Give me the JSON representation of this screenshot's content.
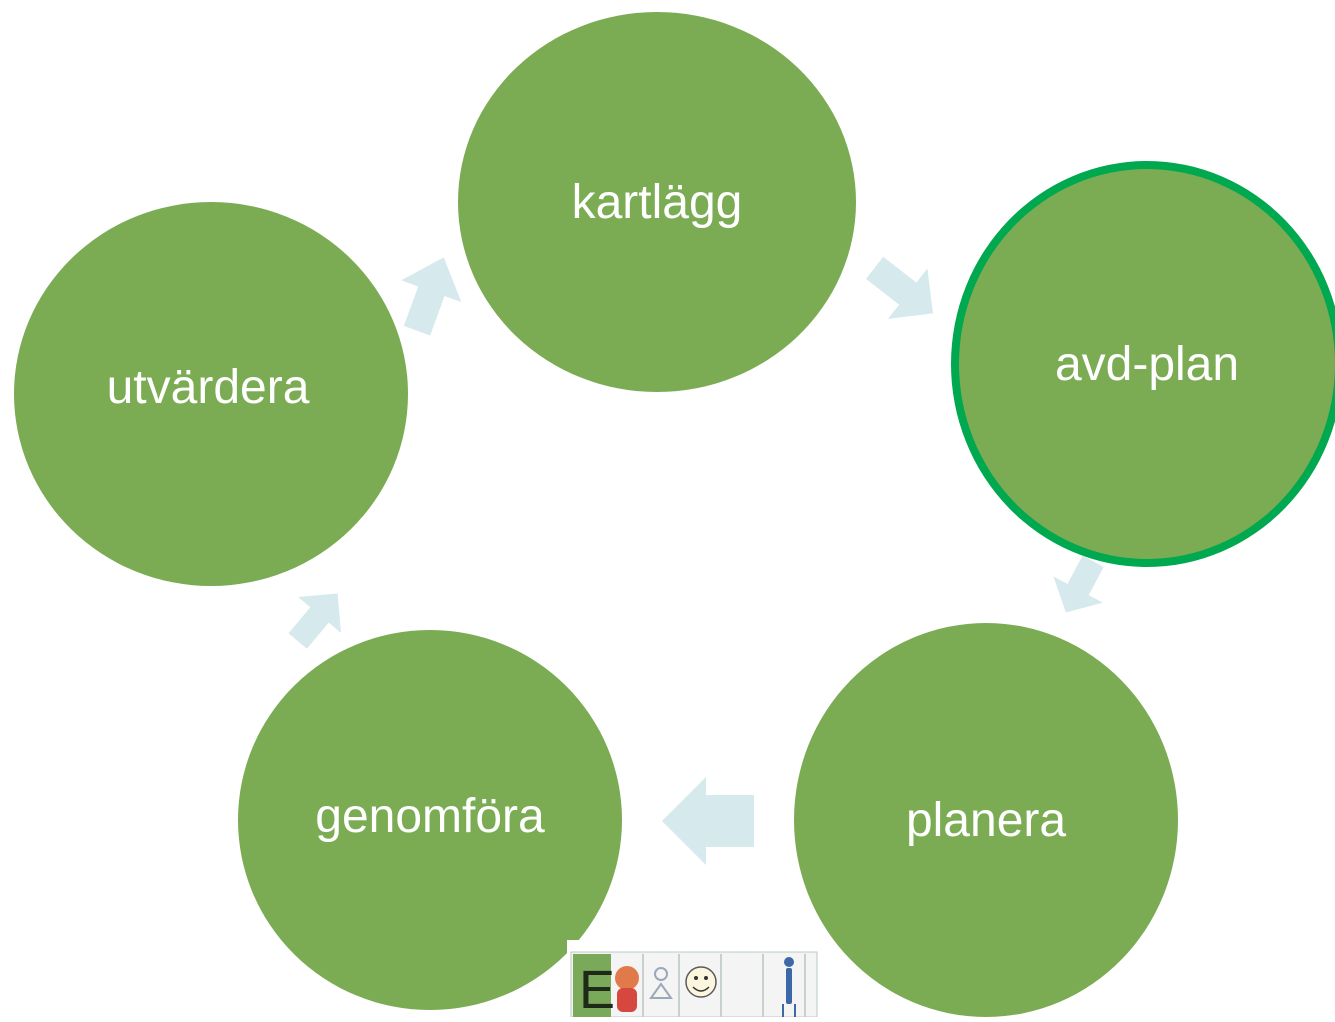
{
  "colors": {
    "node_fill": "#7bac54",
    "highlight_border": "#00a84f",
    "arrow": "#d6e9ed",
    "label": "#ffffff"
  },
  "diagram": {
    "type": "cycle",
    "nodes": [
      {
        "id": "kartlagg",
        "label": "kartlägg",
        "highlighted": false
      },
      {
        "id": "avd-plan",
        "label": "avd-plan",
        "highlighted": true
      },
      {
        "id": "planera",
        "label": "planera",
        "highlighted": false
      },
      {
        "id": "genomfora",
        "label": "genomföra",
        "highlighted": false
      },
      {
        "id": "utvardera",
        "label": "utvärdera",
        "highlighted": false
      }
    ],
    "arrows": [
      {
        "from": "kartlagg",
        "to": "avd-plan",
        "icon": "arrow-right-icon"
      },
      {
        "from": "avd-plan",
        "to": "planera",
        "icon": "arrow-down-icon"
      },
      {
        "from": "planera",
        "to": "genomfora",
        "icon": "arrow-left-icon"
      },
      {
        "from": "genomfora",
        "to": "utvardera",
        "icon": "arrow-up-icon"
      },
      {
        "from": "utvardera",
        "to": "kartlagg",
        "icon": "arrow-up-right-icon"
      }
    ]
  },
  "logo": {
    "letter": "E",
    "icon": "pictogram-strip-icon"
  }
}
